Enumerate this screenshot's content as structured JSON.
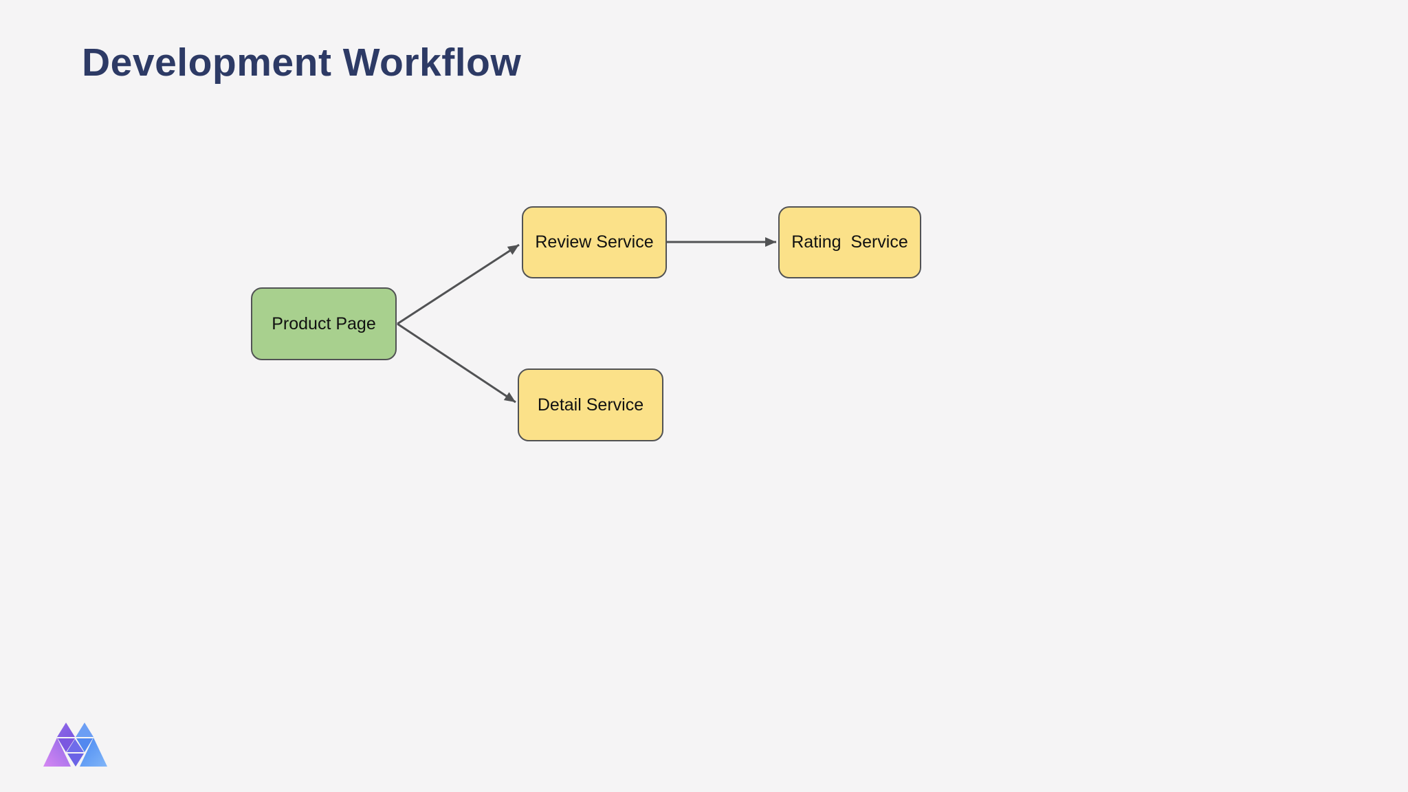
{
  "page": {
    "title": "Development Workflow",
    "background_color": "#f5f4f5",
    "title_color": "#2d3a65"
  },
  "diagram": {
    "type": "flowchart",
    "direction": "left-to-right",
    "edge_color": "#515254",
    "nodes": [
      {
        "id": "product-page",
        "label": "Product Page",
        "fill": "#a8d08e",
        "border_color": "#515254",
        "text_color": "#111111"
      },
      {
        "id": "review-service",
        "label": "Review Service",
        "fill": "#fbe189",
        "border_color": "#515254",
        "text_color": "#111111"
      },
      {
        "id": "rating-service",
        "label": "Rating  Service",
        "fill": "#fbe189",
        "border_color": "#515254",
        "text_color": "#111111"
      },
      {
        "id": "detail-service",
        "label": "Detail Service",
        "fill": "#fbe189",
        "border_color": "#515254",
        "text_color": "#111111"
      }
    ],
    "edges": [
      {
        "from": "product-page",
        "to": "review-service"
      },
      {
        "from": "product-page",
        "to": "detail-service"
      },
      {
        "from": "review-service",
        "to": "rating-service"
      }
    ]
  },
  "branding": {
    "logo_name": "m-triangles-logo",
    "logo_colors": {
      "pink": "#d687f2",
      "purple": "#9069e8",
      "deep_purple": "#7b57e0",
      "violet": "#6f6cea",
      "sky_blue": "#6c9ef4",
      "blue": "#5388ef",
      "royal_blue": "#4888f2",
      "light_blue": "#82b6f8",
      "indigo": "#6b63e6"
    }
  }
}
